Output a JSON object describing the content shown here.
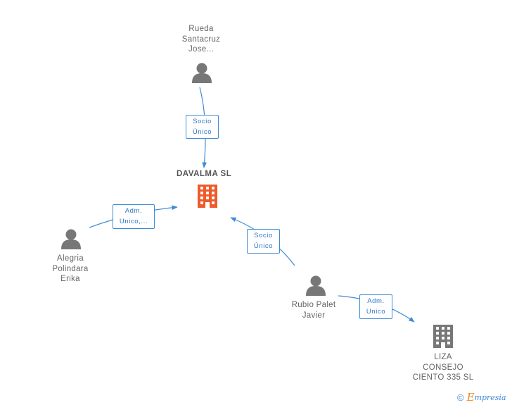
{
  "company": {
    "name": "DAVALMA SL",
    "color": "#ee5a2a"
  },
  "people": {
    "rueda": {
      "lines": [
        "Rueda",
        "Santacruz",
        "Jose..."
      ]
    },
    "alegria": {
      "lines": [
        "Alegria",
        "Polindara",
        "Erika"
      ]
    },
    "rubio": {
      "lines": [
        "Rubio Palet",
        "Javier"
      ]
    }
  },
  "related_company": {
    "liza": {
      "lines": [
        "LIZA",
        "CONSEJO",
        "CIENTO 335 SL"
      ]
    }
  },
  "relations": {
    "rueda_socio": {
      "lines": [
        "Socio",
        "Único"
      ]
    },
    "alegria_adm": {
      "lines": [
        "Adm.",
        "Unico,..."
      ]
    },
    "rubio_socio": {
      "lines": [
        "Socio",
        "Único"
      ]
    },
    "rubio_adm": {
      "lines": [
        "Adm.",
        "Unico"
      ]
    }
  },
  "icons": {
    "person": "person-icon",
    "company": "building-icon"
  },
  "colors": {
    "edge": "#3f8bd6",
    "person_icon": "#777777",
    "related_company_icon": "#777777"
  },
  "footer": {
    "copyright": "©",
    "brand_initial": "E",
    "brand_rest": "mpresia"
  }
}
